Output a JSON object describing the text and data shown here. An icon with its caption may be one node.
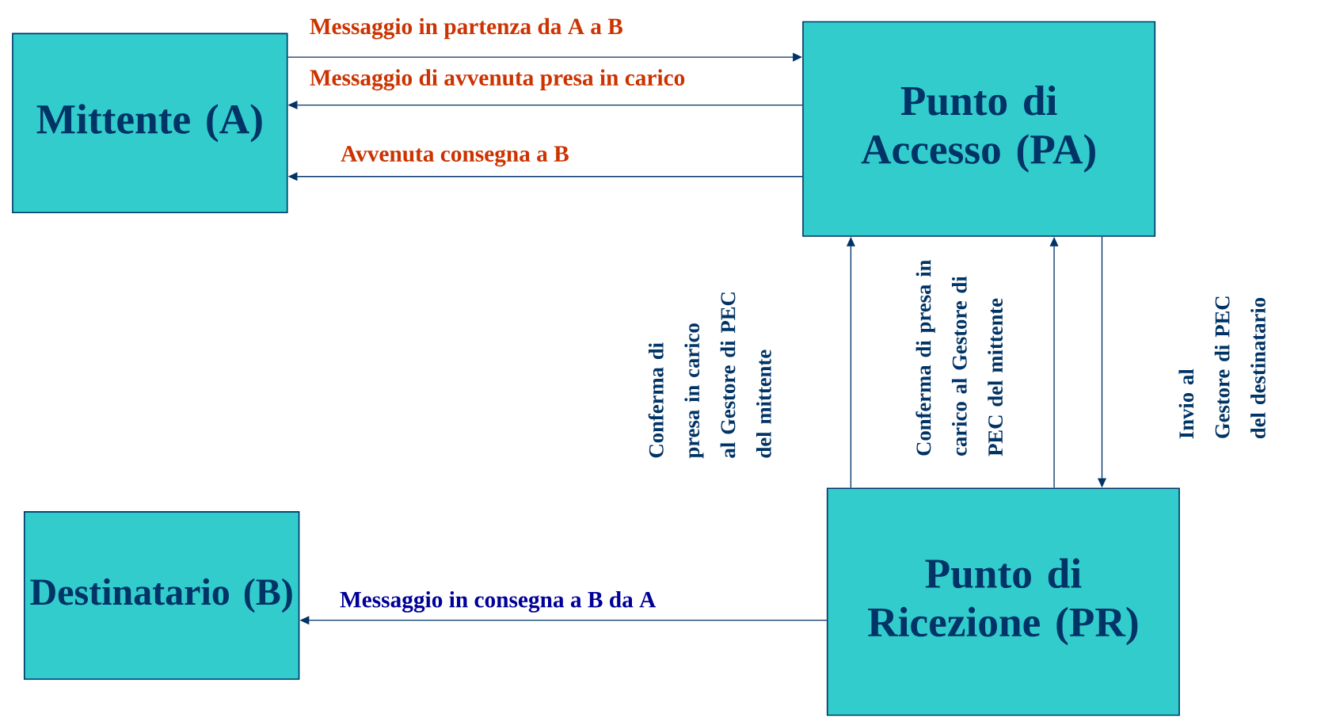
{
  "diagram": {
    "nodes": [
      {
        "text": [
          "Mittente (A)"
        ]
      },
      {
        "text": [
          "Punto di Accesso (PA)"
        ]
      },
      {
        "text": [
          "Destinatario (B)"
        ]
      },
      {
        "text": [
          "Punto di Ricezione (PR)"
        ]
      }
    ],
    "edges": [
      {
        "from": 0,
        "to": 1,
        "arrow": "to",
        "label": "Messaggio in partenza da A a B"
      },
      {
        "from": 1,
        "to": 0,
        "arrow": "to",
        "label": "Messaggio di avvenuta presa in carico"
      },
      {
        "from": 1,
        "to": 0,
        "arrow": "to",
        "label": "Avvenuta consegna a B"
      },
      {
        "from": 3,
        "to": 1,
        "arrow": "to",
        "label": "Conferma di presa in carico al Gestore di PEC del mittente"
      },
      {
        "from": 3,
        "to": 1,
        "arrow": "to",
        "label": "Conferma di presa in carico al Gestore di PEC del mittente"
      },
      {
        "from": 1,
        "to": 3,
        "arrow": "to",
        "label": "Invio al Gestore di PEC del destinatario"
      },
      {
        "from": 3,
        "to": 2,
        "arrow": "to",
        "label": "Messaggio in consegna a B da A"
      }
    ]
  }
}
